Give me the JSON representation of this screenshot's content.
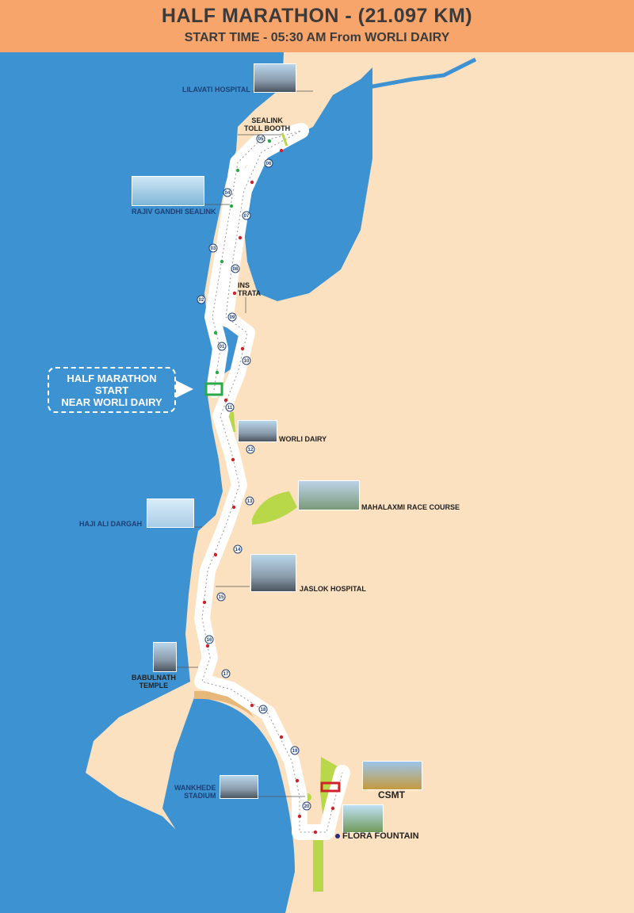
{
  "header": {
    "title": "HALF MARATHON - (21.097 KM)",
    "subtitle": "START TIME - 05:30 AM From WORLI DAIRY"
  },
  "start_callout": {
    "line1": "HALF MARATHON",
    "line2": "START",
    "line3": "NEAR WORLI DAIRY"
  },
  "landmarks": {
    "lilavati": "LILAVATI HOSPITAL",
    "toll1": "SEALINK",
    "toll2": "TOLL BOOTH",
    "sealink": "RAJIV GANDHI SEALINK",
    "ins1": "INS",
    "ins2": "TRATA",
    "worli": "WORLI DAIRY",
    "mahalaxmi": "MAHALAXMI RACE COURSE",
    "haji": "HAJI ALI DARGAH",
    "jaslok": "JASLOK HOSPITAL",
    "babul1": "BABULNATH",
    "babul2": "TEMPLE",
    "wank1": "WANKHEDE",
    "wank2": "STADIUM",
    "csmt": "CSMT",
    "flora": "FLORA FOUNTAIN"
  },
  "km_markers": [
    "01",
    "02",
    "03",
    "04",
    "05",
    "06",
    "07",
    "08",
    "09",
    "10",
    "11",
    "12",
    "13",
    "14",
    "15",
    "16",
    "17",
    "18",
    "19",
    "20"
  ],
  "colors": {
    "sea": "#3d92d2",
    "land": "#fbe1c0",
    "header": "#f8a56c",
    "route": "#ffffff",
    "outbound_arrow": "#2aa84a",
    "return_arrow": "#d0202a",
    "park": "#b8d84a"
  }
}
